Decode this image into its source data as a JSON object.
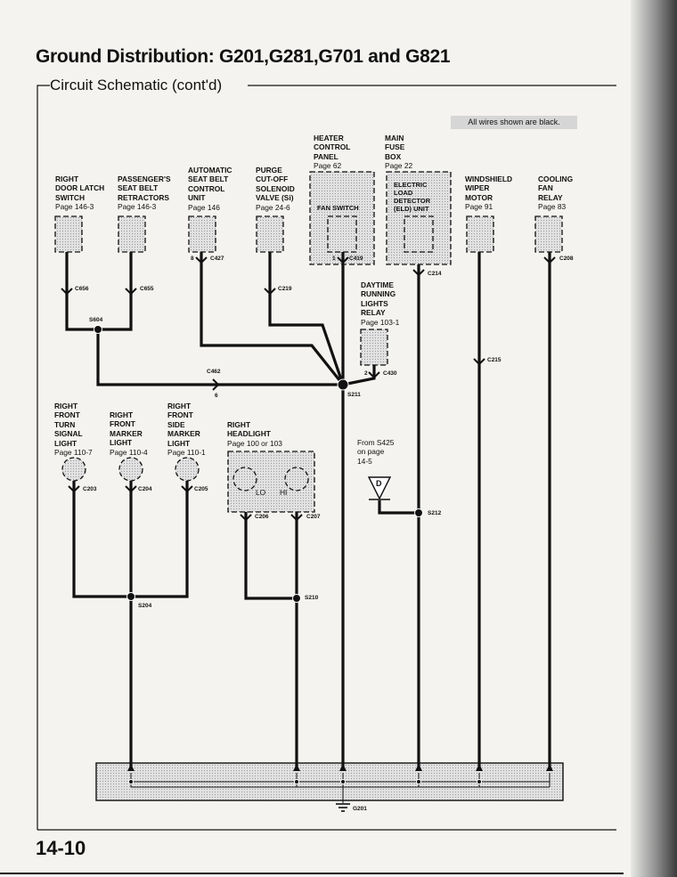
{
  "header": {
    "title": "Ground Distribution: G201,G281,G701 and G821",
    "subtitle": "Circuit Schematic (cont'd)",
    "note": "All wires shown are black."
  },
  "components": {
    "right_door_latch": [
      "RIGHT",
      "DOOR LATCH",
      "SWITCH",
      "Page 146-3"
    ],
    "passenger_seat_belt": [
      "PASSENGER'S",
      "SEAT BELT",
      "RETRACTORS",
      "Page 146-3"
    ],
    "seat_belt_control": [
      "AUTOMATIC",
      "SEAT BELT",
      "CONTROL",
      "UNIT",
      "Page 146"
    ],
    "purge_valve": [
      "PURGE",
      "CUT-OFF",
      "SOLENOID",
      "VALVE (Si)",
      "Page 24-6"
    ],
    "heater_panel": [
      "HEATER",
      "CONTROL",
      "PANEL",
      "Page 62"
    ],
    "fan_switch": "FAN SWITCH",
    "main_fuse_box": [
      "MAIN",
      "FUSE",
      "BOX",
      "Page 22"
    ],
    "eld_unit": [
      "ELECTRIC",
      "LOAD",
      "DETECTOR",
      "(ELD) UNIT"
    ],
    "wiper_motor": [
      "WINDSHIELD",
      "WIPER",
      "MOTOR",
      "Page 91"
    ],
    "cooling_fan_relay": [
      "COOLING",
      "FAN",
      "RELAY",
      "Page 83"
    ],
    "drl_relay": [
      "DAYTIME",
      "RUNNING",
      "LIGHTS",
      "RELAY",
      "Page 103-1"
    ],
    "turn_signal": [
      "RIGHT",
      "FRONT",
      "TURN",
      "SIGNAL",
      "LIGHT",
      "Page 110-7"
    ],
    "front_marker": [
      "RIGHT",
      "FRONT",
      "MARKER",
      "LIGHT",
      "Page 110-4"
    ],
    "side_marker": [
      "RIGHT",
      "FRONT",
      "SIDE",
      "MARKER",
      "LIGHT",
      "Page 110-1"
    ],
    "headlight": [
      "RIGHT",
      "HEADLIGHT",
      "Page 100 or 103"
    ],
    "headlight_lo": "LO",
    "headlight_hi": "HI",
    "from_s425": [
      "From S425",
      "on page",
      "14-5"
    ],
    "d_label": "D"
  },
  "connectors": {
    "c656": "C656",
    "c655": "C655",
    "s604": "S604",
    "c427": "C427",
    "pin8": "8",
    "c219": "C219",
    "c419": "C419",
    "pin1": "1",
    "c214": "C214",
    "c208": "C208",
    "c462": "C462",
    "pin6": "6",
    "s211": "S211",
    "c430": "C430",
    "pin2": "2",
    "c215": "C215",
    "c203": "C203",
    "c204": "C204",
    "c205": "C205",
    "c206": "C206",
    "c207": "C207",
    "s212": "S212",
    "s210": "S210",
    "s204": "S204",
    "g201": "G201"
  },
  "footer": {
    "page_number": "14-10"
  }
}
